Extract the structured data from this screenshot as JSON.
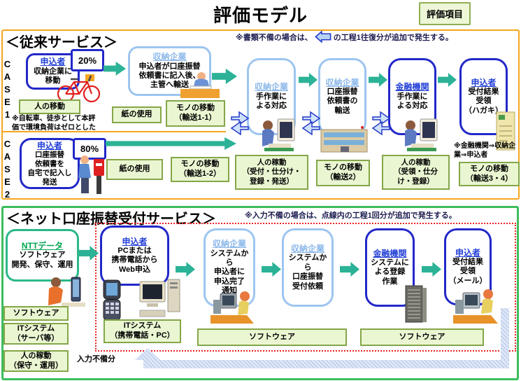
{
  "title": "評価モデル",
  "toolbar": {
    "eval_items_label": "評価項目"
  },
  "colors": {
    "flow_arrow": "#2cb296",
    "dark_blue_border": "#2228c8",
    "light_blue_border": "#9dc5f0",
    "legacy_frame_orange": "#f6a61d",
    "net_frame_green": "#3dbd5e",
    "label_bg": "#eaf6d2",
    "label_border": "#84a648",
    "dotted_scope_red": "#ee2222",
    "ntt_green": "#2bb886",
    "return_arrow_blue": "#c4d2ef"
  },
  "legacy": {
    "heading": "＜従来サービス＞",
    "doc_note_prefix": "※書類不備の場合は、",
    "doc_note_suffix": "の工程1往復分が追加で発生する。",
    "case1": {
      "label": "CASE1",
      "applicant": {
        "actor": "申込者",
        "body": "収納企業に\n移動",
        "share": "20%"
      },
      "move_label": "人の移動",
      "zero_note": "※自転車、徒歩として本評\n価で環境負荷はゼロとした",
      "company_entry": {
        "actor": "収納企業",
        "body": "申込者が口座振替\n依頼書に記入後、\n主管へ輸送"
      },
      "paper_label": "紙の使用",
      "goods_label": "モノの移動\n（輸送1-1）"
    },
    "case2": {
      "label": "CASE2",
      "applicant": {
        "actor": "申込者",
        "body": "口座振替\n依頼書を\n自宅で記入し\n発送",
        "share": "80%"
      },
      "paper_label": "紙の使用",
      "goods_label": "モノの移動\n（輸送1-2）"
    },
    "shared": {
      "company_manual": {
        "actor": "収納企業",
        "body": "手作業に\nよる対応"
      },
      "company_transport": {
        "actor": "収納企業",
        "body": "口座振替\n依頼書の\n輸送"
      },
      "bank_manual": {
        "actor": "金融機関",
        "body": "手作業に\nよる対応"
      },
      "applicant_result": {
        "actor": "申込者",
        "body": "受付結果\n受領\n（ハガキ）"
      },
      "labor_reception_label": "人の稼動\n（受付・仕分け・\n登録・発送）",
      "goods2_label": "モノの移動\n（輸送2）",
      "labor_receipt_label": "人の稼動\n（受領・仕分\nけ・登録）",
      "route_note": "※金融機関⇒収納企\n業⇒申込者",
      "goods34_label": "モノの移動\n（輸送3・4）"
    }
  },
  "net": {
    "heading": "＜ネット口座振替受付サービス＞",
    "input_note": "※入力不備の場合は、点線内の工程1回分が追加で発生する。",
    "ntt": {
      "actor": "NTTデータ",
      "body": "ソフトウェア\n開発、保守、運用"
    },
    "applicant_web": {
      "actor": "申込者",
      "body": "PCまたは\n携帯電話から\nWeb申込"
    },
    "company_notify": {
      "actor": "収納企業",
      "body": "システムから\n申込者に\n申込完了\n通知"
    },
    "company_request": {
      "actor": "収納企業",
      "body": "システムから\n口座振替\n受付依頼"
    },
    "bank_system": {
      "actor": "金融機関",
      "body": "システムに\nよる登録\n作業"
    },
    "applicant_mail": {
      "actor": "申込者",
      "body": "受付結果\n受領\n（メール）"
    },
    "software_label": "ソフトウェア",
    "it_server_label": "ITシステム\n（サーバ等）",
    "labor_maint_label": "人の稼動\n（保守・運用）",
    "it_mobile_label": "ITシステム\n（携帯電話・PC）",
    "software_wide1": "ソフトウェア",
    "software_wide2": "ソフトウェア",
    "return_label": "入力不備分"
  }
}
